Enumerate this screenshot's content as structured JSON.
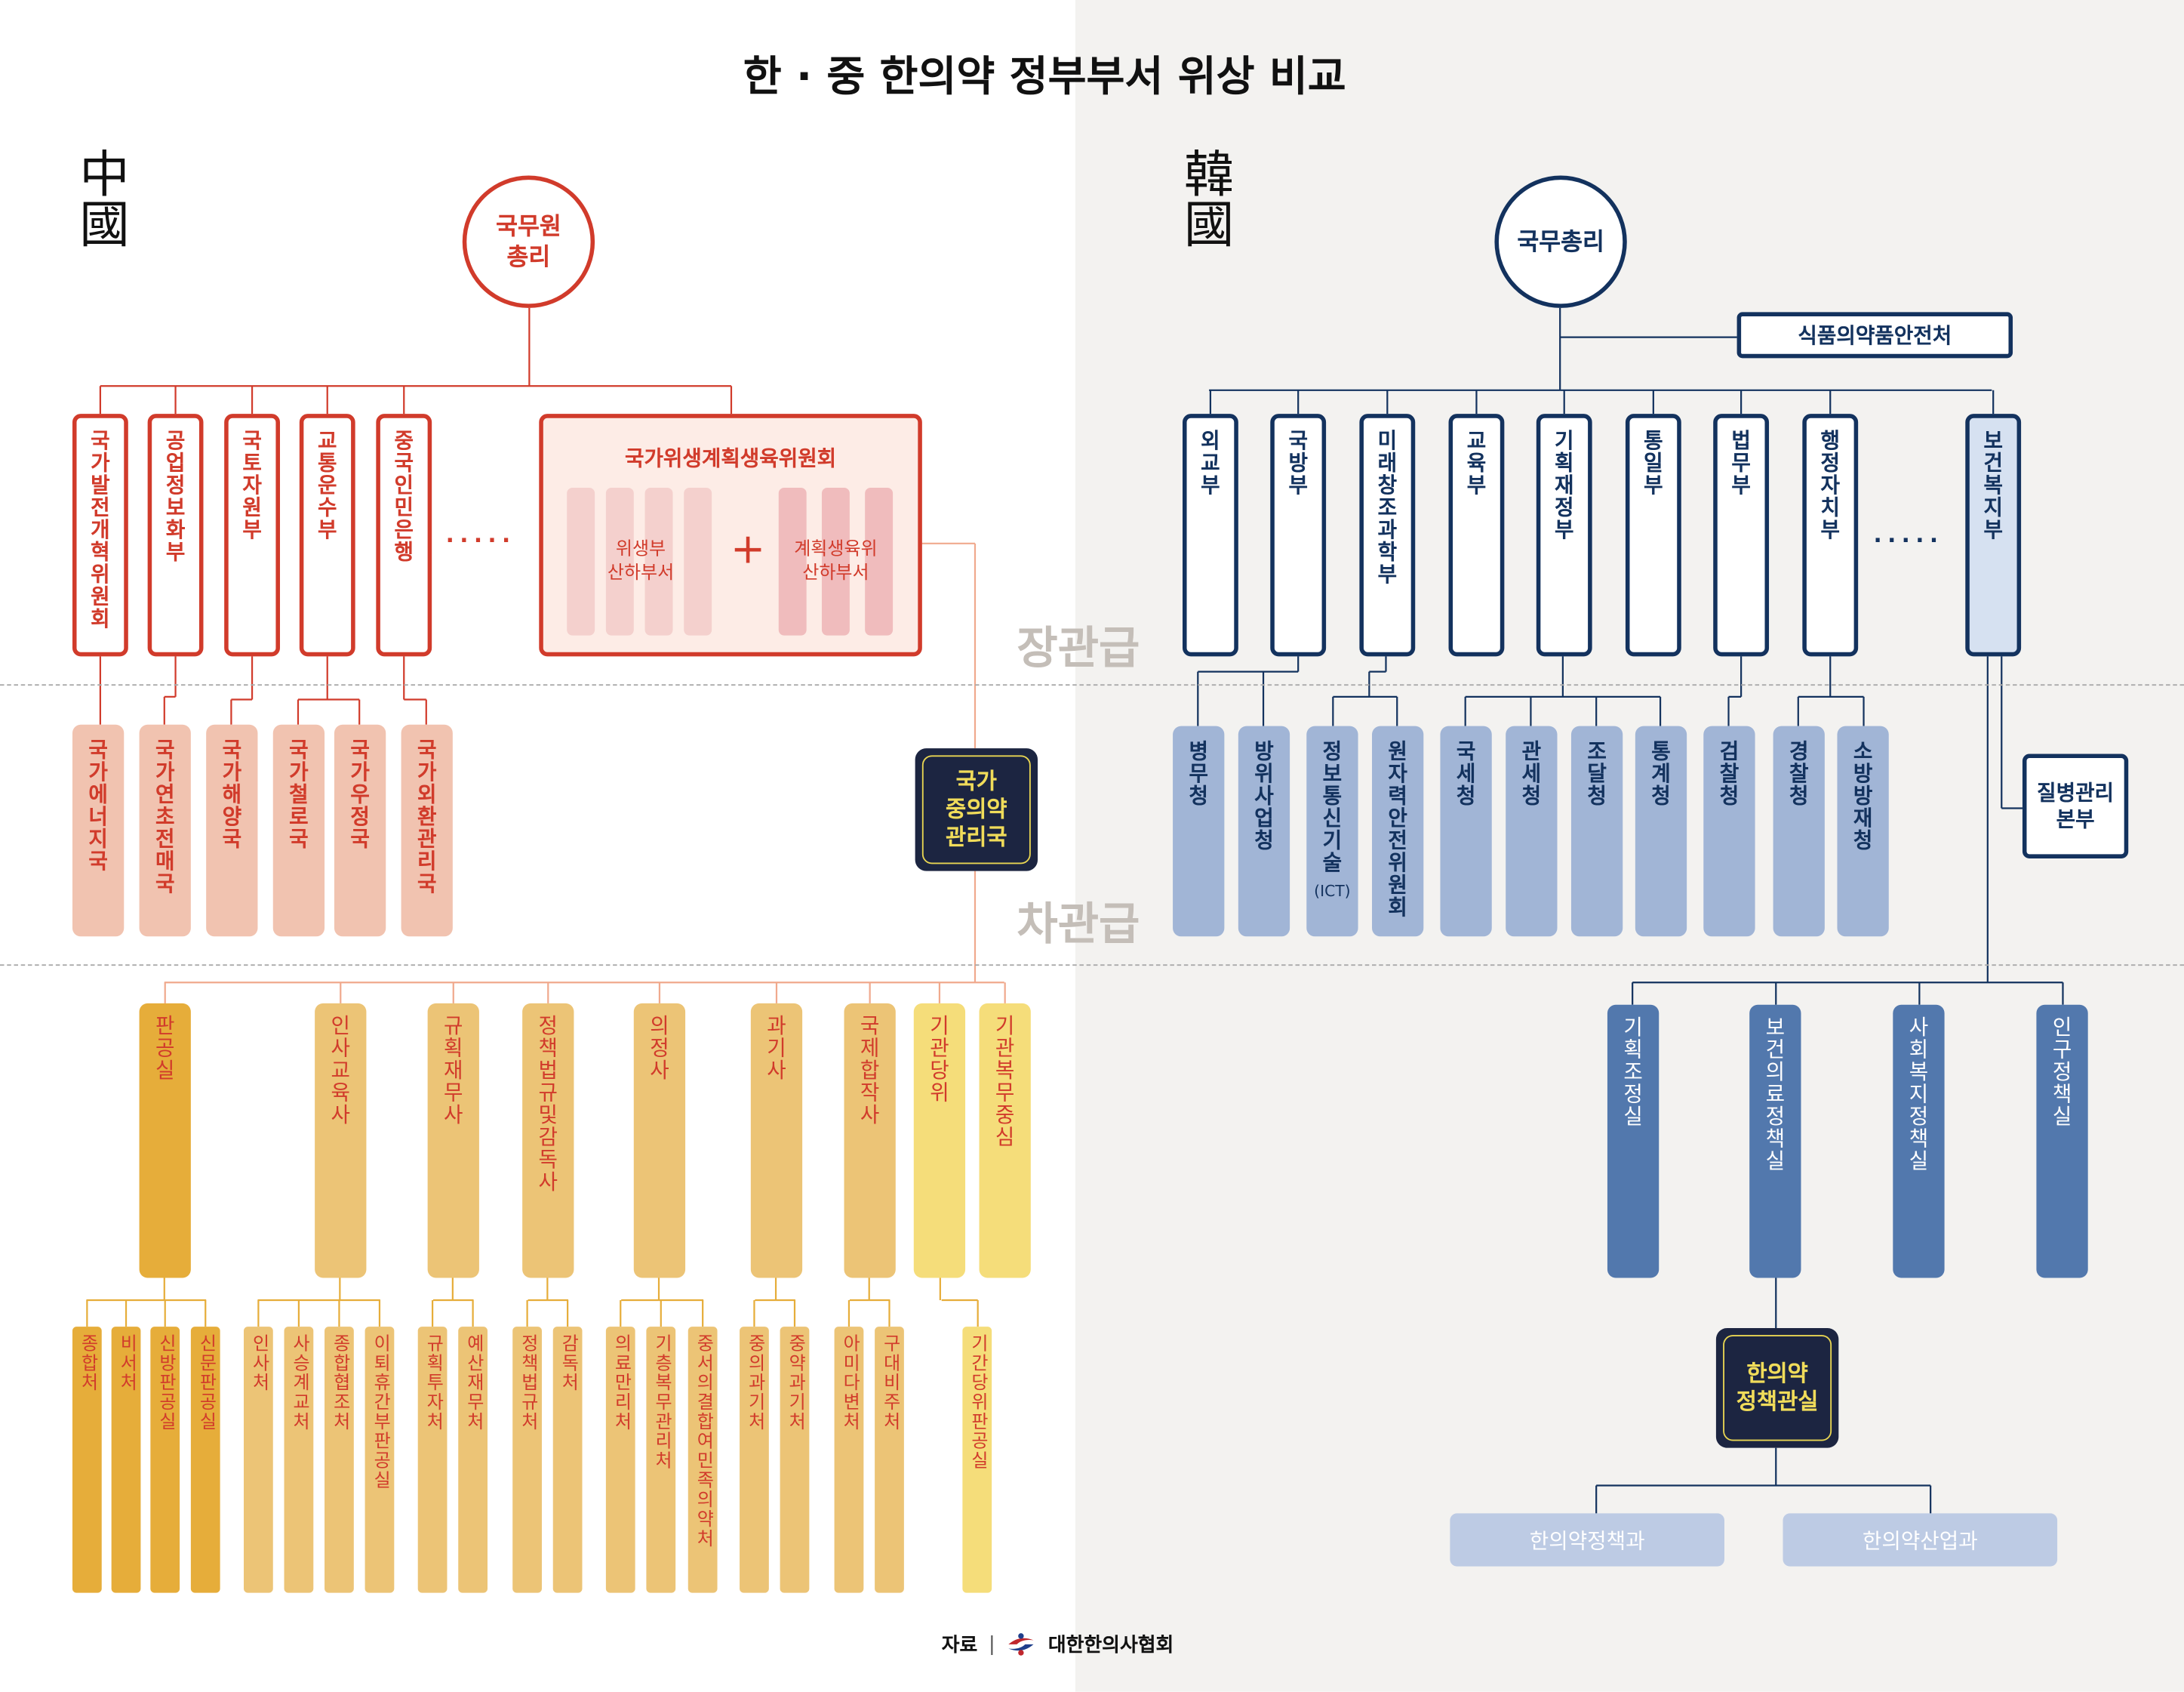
{
  "title": "한 · 중 한의약 정부부서 위상 비교",
  "china": {
    "label": "中國",
    "top": {
      "line1": "국무원",
      "line2": "총리"
    },
    "ministries": [
      "국가발전개혁위원회",
      "공업정보화부",
      "국토자원부",
      "교통운수부",
      "중국인민은행"
    ],
    "ellipsis": "·····",
    "commission": {
      "title": "국가위생계획생육위원회",
      "left": {
        "line1": "위생부",
        "line2": "산하부서"
      },
      "plus": "+",
      "right": {
        "line1": "계획생육위",
        "line2": "산하부서"
      }
    },
    "vice_agencies": [
      "국가에너지국",
      "국가연초전매국",
      "국가해양국",
      "국가철로국",
      "국가우정국",
      "국가외환관리국"
    ],
    "tcm_bureau": {
      "line1": "국가",
      "line2": "중의약",
      "line3": "관리국"
    },
    "departments": [
      "판공실",
      "인사교육사",
      "규획재무사",
      "정책법규및감독사",
      "의정사",
      "과기사",
      "국제합작사",
      "기관당위",
      "기관복무중심"
    ],
    "divisions": [
      "종합처",
      "비서처",
      "신방판공실",
      "신문판공실",
      "인사처",
      "사승계교처",
      "종합협조처",
      "이퇴휴간부판공실",
      "규획투자처",
      "예산재무처",
      "정책법규처",
      "감독처",
      "의료만리처",
      "기층복무관리처",
      "중서의결합여민족의약처",
      "중의과기처",
      "중약과기처",
      "아미다변처",
      "구대비주처",
      "기간당위판공실"
    ]
  },
  "korea": {
    "label": "韓國",
    "top": "국무총리",
    "mfds": "식품의약품안전처",
    "ministries": [
      "외교부",
      "국방부",
      "미래창조과학부",
      "교육부",
      "기획재정부",
      "통일부",
      "법무부",
      "행정자치부"
    ],
    "ellipsis": "·····",
    "health_ministry": "보건복지부",
    "agencies": [
      "병무청",
      "방위사업청",
      "정보통신기술",
      "원자력안전위원회",
      "국세청",
      "관세청",
      "조달청",
      "통계청",
      "검찰청",
      "경찰청",
      "소방방재청"
    ],
    "ict_suffix": "(ICT)",
    "kcdc": {
      "line1": "질병관리",
      "line2": "본부"
    },
    "offices": [
      "기획조정실",
      "보건의료정책실",
      "사회복지정책실",
      "인구정책실"
    ],
    "km_office": {
      "line1": "한의약",
      "line2": "정책관실"
    },
    "km_divisions": [
      "한의약정책과",
      "한의약산업과"
    ]
  },
  "ranks": {
    "minister": "장관급",
    "vice": "차관급"
  },
  "footer": {
    "source_label": "자료",
    "separator": "|",
    "org": "대한한의사협회"
  },
  "colors": {
    "china_red": "#d13b2b",
    "korea_navy": "#13325e",
    "navy_box": "#1c2541",
    "gold": "#e8d552"
  }
}
